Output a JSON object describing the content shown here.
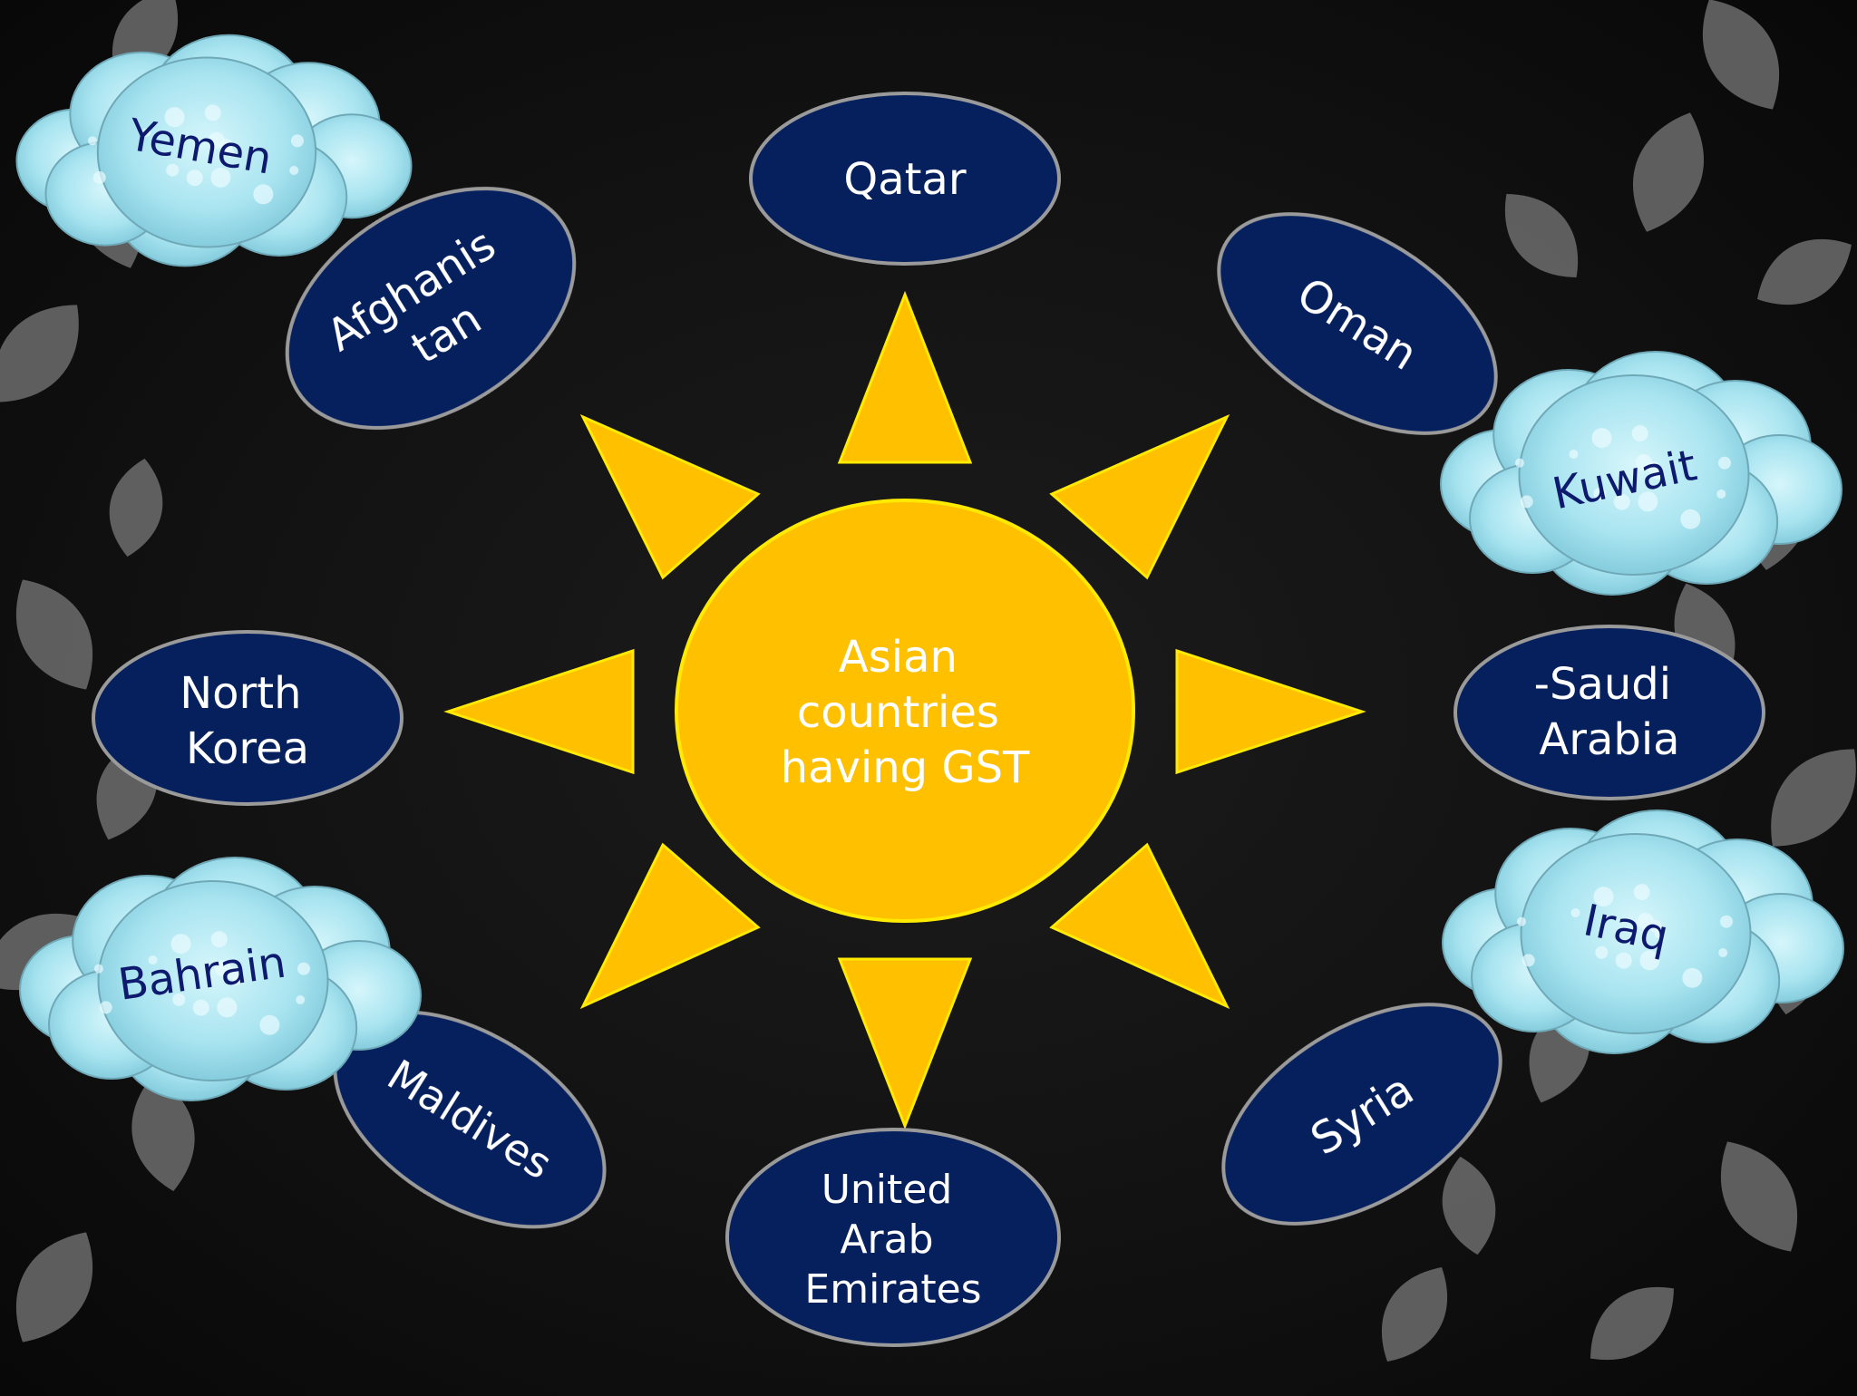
{
  "diagram": {
    "center_label_lines": [
      "Asian",
      "countries",
      "having GST"
    ],
    "nodes": [
      {
        "id": "qatar",
        "lines": [
          "Qatar"
        ]
      },
      {
        "id": "oman",
        "lines": [
          "Oman"
        ]
      },
      {
        "id": "saudi-arabia",
        "lines": [
          "-Saudi",
          "Arabia"
        ]
      },
      {
        "id": "syria",
        "lines": [
          "Syria"
        ]
      },
      {
        "id": "uae",
        "lines": [
          "United",
          "Arab",
          "Emirates"
        ]
      },
      {
        "id": "maldives",
        "lines": [
          "Maldives"
        ]
      },
      {
        "id": "north-korea",
        "lines": [
          "North",
          "Korea"
        ]
      },
      {
        "id": "afghanistan",
        "lines": [
          "Afghanis",
          "tan"
        ]
      },
      {
        "id": "yemen",
        "lines": [
          "Yemen"
        ]
      },
      {
        "id": "kuwait",
        "lines": [
          "Kuwait"
        ]
      },
      {
        "id": "iraq",
        "lines": [
          "Iraq"
        ]
      },
      {
        "id": "bahrain",
        "lines": [
          "Bahrain"
        ]
      }
    ]
  },
  "colors": {
    "sun": "#ffc000",
    "sun_stroke": "#ffea00",
    "oval_fill": "#06205e",
    "oval_stroke": "#9a9a9a",
    "oval_text": "#ffffff",
    "cloud_fill": "#a8e4f0",
    "cloud_text": "#0d1a6e",
    "leaf": "#8a8a8a"
  }
}
